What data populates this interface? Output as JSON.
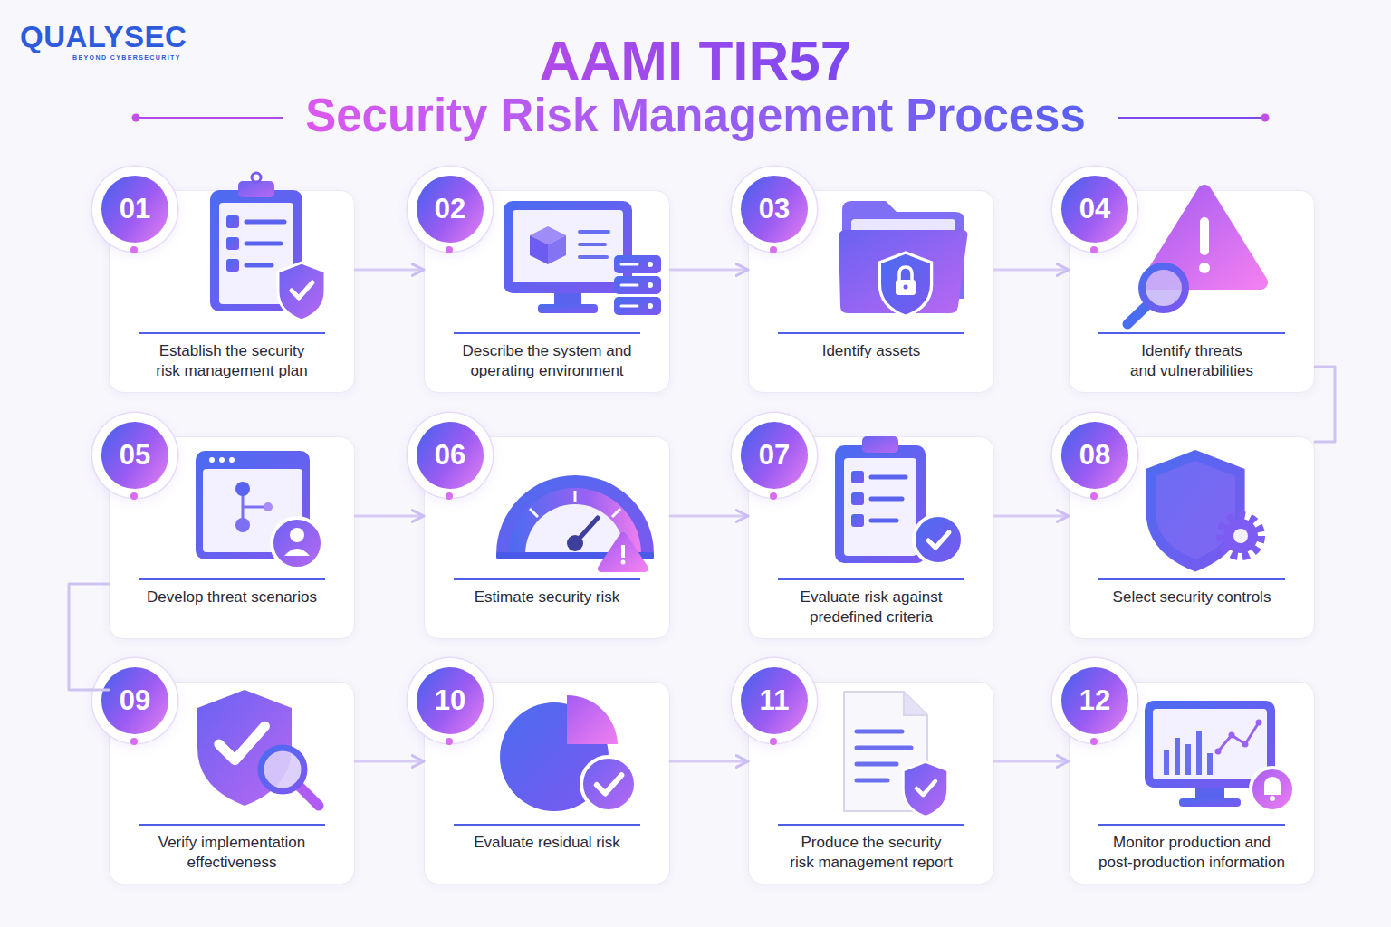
{
  "diagram": {
    "title": "AAMI TIR57",
    "nodes": [
      {
        "text": [
          "01",
          "Establish the security risk management plan"
        ]
      },
      {
        "text": [
          "02",
          "Describe the system and operating environment"
        ]
      },
      {
        "text": [
          "03",
          "Identify assets"
        ]
      },
      {
        "text": [
          "04",
          "Identify threats and vulnerabilities"
        ]
      },
      {
        "text": [
          "05",
          "Develop threat scenarios"
        ]
      },
      {
        "text": [
          "06",
          "Estimate security risk"
        ]
      },
      {
        "text": [
          "07",
          "Evaluate risk against predefined criteria"
        ]
      },
      {
        "text": [
          "08",
          "Select security controls"
        ]
      },
      {
        "text": [
          "09",
          "Verify implementation effectiveness"
        ]
      },
      {
        "text": [
          "10",
          "Evaluate residual risk"
        ]
      },
      {
        "text": [
          "11",
          "Produce the security risk management report"
        ]
      },
      {
        "text": [
          "12",
          "Monitor production and post-production information"
        ]
      }
    ],
    "edges": [
      {
        "from": 0,
        "to": 1,
        "arrow": "to"
      },
      {
        "from": 1,
        "to": 2,
        "arrow": "to"
      },
      {
        "from": 2,
        "to": 3,
        "arrow": "to"
      },
      {
        "from": 3,
        "to": 7,
        "arrow": "none"
      },
      {
        "from": 4,
        "to": 5,
        "arrow": "to"
      },
      {
        "from": 5,
        "to": 6,
        "arrow": "to"
      },
      {
        "from": 6,
        "to": 7,
        "arrow": "to"
      },
      {
        "from": 4,
        "to": 8,
        "arrow": "none"
      },
      {
        "from": 8,
        "to": 9,
        "arrow": "to"
      },
      {
        "from": 9,
        "to": 10,
        "arrow": "to"
      },
      {
        "from": 10,
        "to": 11,
        "arrow": "to"
      }
    ],
    "labels": [
      "QUALYSEC",
      "BEYOND CYBERSECURITY",
      "Security Risk Management Process"
    ]
  }
}
